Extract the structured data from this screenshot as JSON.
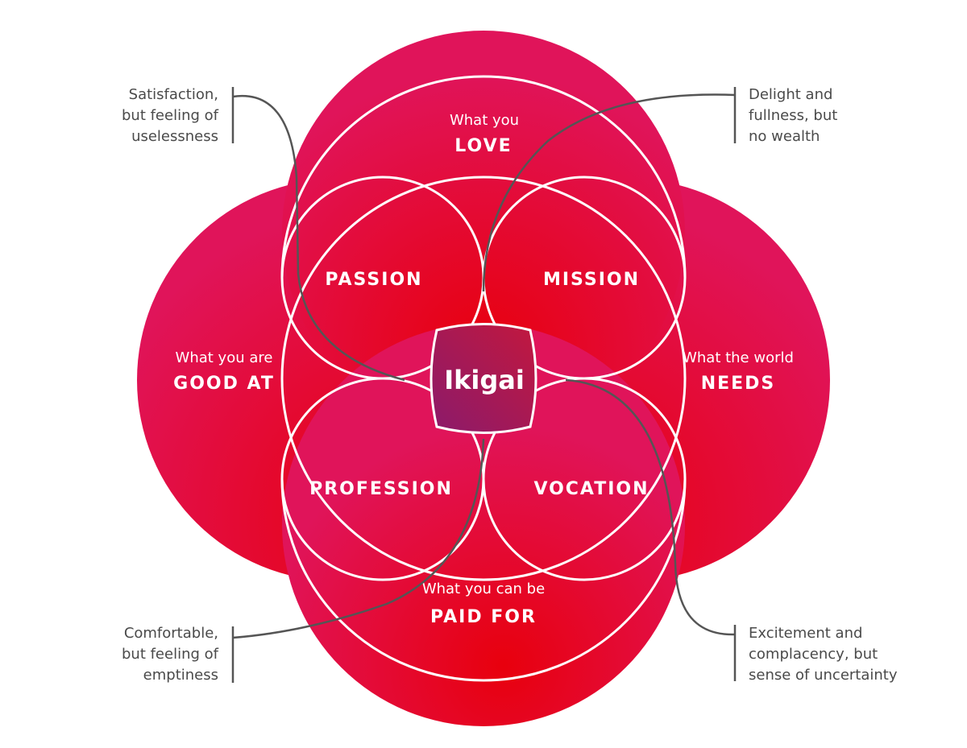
{
  "colors": {
    "circle_light": "#e0145a",
    "circle_dark": "#e8000d",
    "center_a": "#8b1a6b",
    "center_b": "#c2183e",
    "outline": "#ffffff",
    "note_text": "#4a4a4a",
    "leader": "#555555"
  },
  "circles": {
    "love": {
      "small": "What you",
      "big": "LOVE"
    },
    "good_at": {
      "small": "What you are",
      "big": "GOOD AT"
    },
    "needs": {
      "small": "What the world",
      "big": "NEEDS"
    },
    "paid_for": {
      "small": "What you can be",
      "big": "PAID FOR"
    }
  },
  "overlaps": {
    "passion": "PASSION",
    "mission": "MISSION",
    "profession": "PROFESSION",
    "vocation": "VOCATION"
  },
  "center": {
    "label": "Ikigai"
  },
  "notes": {
    "top_left": [
      "Satisfaction,",
      "but feeling of",
      "uselessness"
    ],
    "top_right": [
      "Delight and",
      "fullness, but",
      "no wealth"
    ],
    "bottom_left": [
      "Comfortable,",
      "but feeling of",
      "emptiness"
    ],
    "bottom_right": [
      "Excitement and",
      "complacency, but",
      "sense of uncertainty"
    ]
  }
}
